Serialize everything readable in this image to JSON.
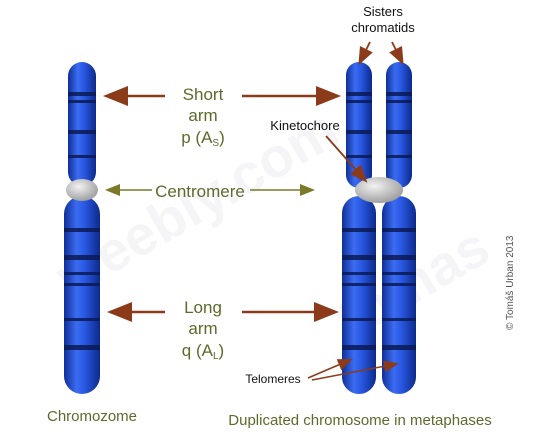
{
  "labels": {
    "sisters": "Sisters",
    "chromatids": "chromatids",
    "short": "Short",
    "arm_short": "arm",
    "p_as": "p (A",
    "p_sub": "S",
    "kinetochore": "Kinetochore",
    "centromere": "Centromere",
    "long": "Long",
    "arm_long": "arm",
    "q_al": "q (A",
    "q_sub": "L",
    "telomeres": "Telomeres",
    "chromozome": "Chromozome",
    "duplicated": "Duplicated chromosome in metaphases",
    "copyright": "© Tomáš Urban 2013"
  },
  "watermarks": [
    "weebly.com",
    "tomas"
  ],
  "colors": {
    "chromosome_blue": "#1e4fd6",
    "band_dark": "#0b1a55",
    "centromere_gray": "#c8c8c8",
    "arrow_brown": "#8b3a1a",
    "arrow_olive": "#7a7a2a",
    "text_olive": "#5e6a2c"
  }
}
